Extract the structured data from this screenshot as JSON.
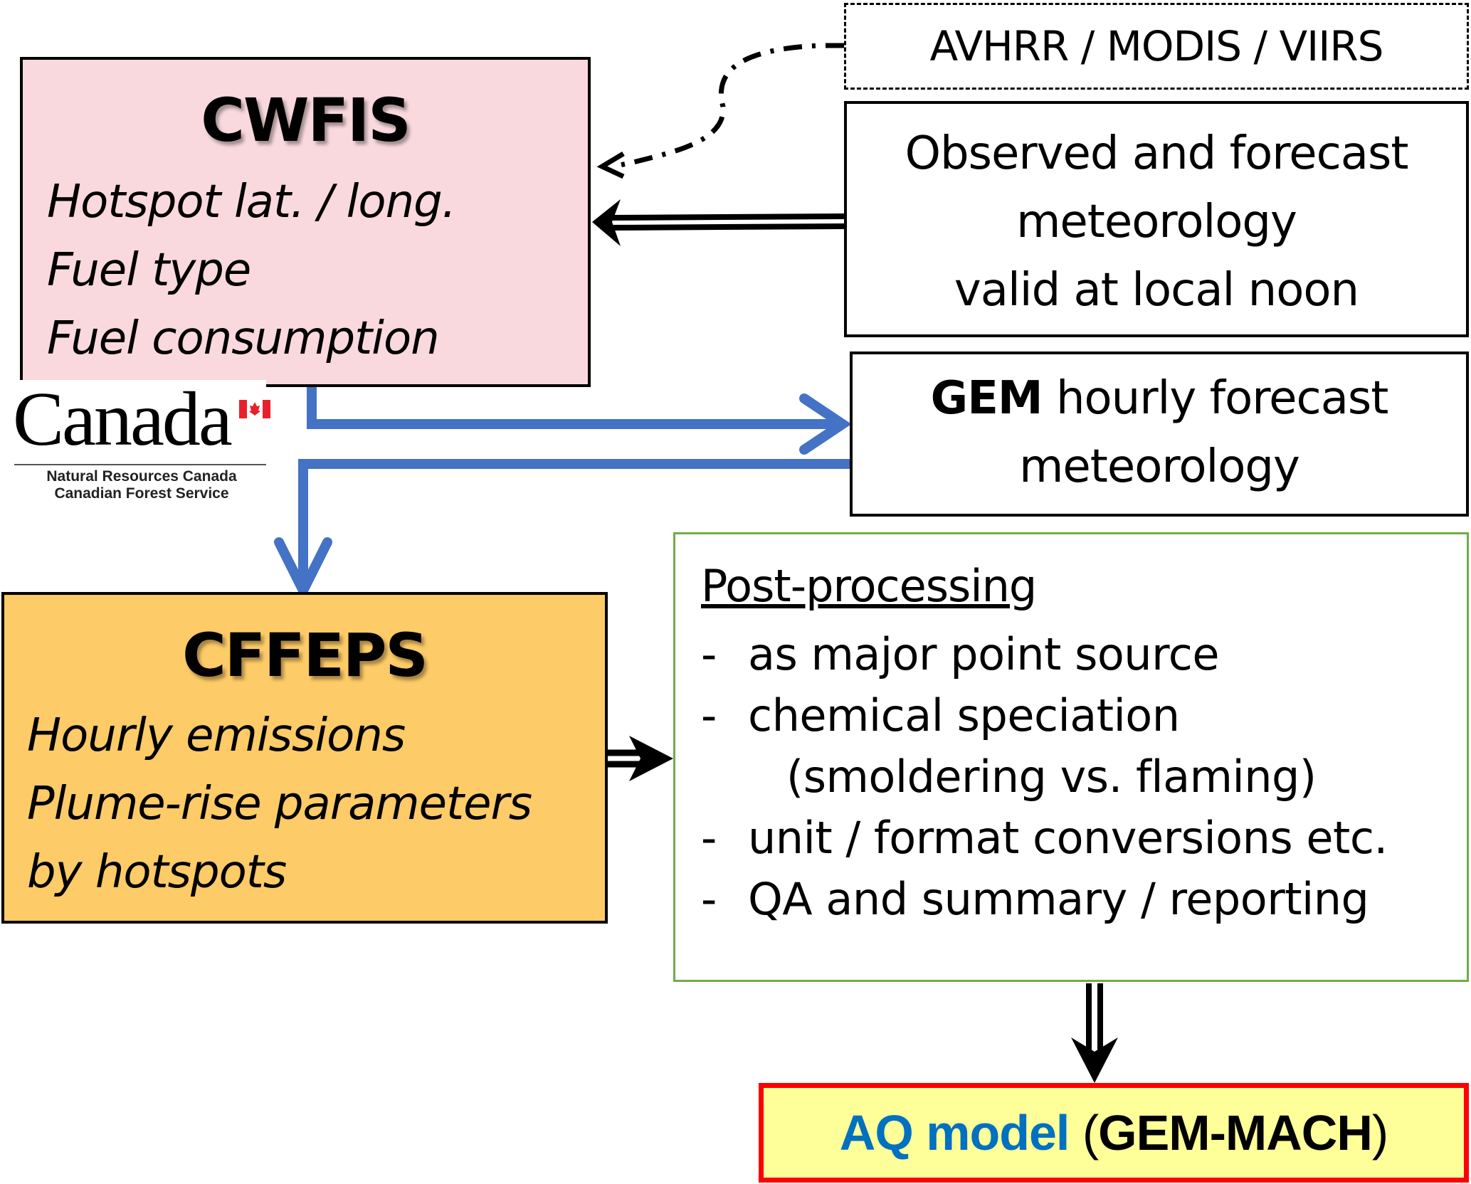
{
  "colors": {
    "cwfis_fill": "#f9d9de",
    "cffeps_fill": "#fdcb67",
    "post_border": "#70ad47",
    "aq_fill": "#ffff99",
    "aq_border": "#ff0000",
    "aq_blue_text": "#0070c0",
    "flow_arrow_blue": "#4472c4"
  },
  "cwfis": {
    "title": "CWFIS",
    "items": [
      "Hotspot lat. / long.",
      "Fuel type",
      "Fuel consumption"
    ]
  },
  "logo": {
    "wordmark": "Canada",
    "line1": "Natural Resources Canada",
    "line2": "Canadian Forest Service",
    "flag_icon": "canada-flag-icon"
  },
  "satellites": {
    "label": "AVHRR / MODIS / VIIRS"
  },
  "observed_met": {
    "lines": [
      "Observed and forecast",
      "meteorology",
      "valid at local noon"
    ]
  },
  "gem_met": {
    "bold": "GEM",
    "rest": " hourly forecast",
    "line2": "meteorology"
  },
  "cffeps": {
    "title": "CFFEPS",
    "items": [
      "Hourly emissions",
      "Plume-rise parameters",
      "by hotspots"
    ]
  },
  "post_processing": {
    "heading": "Post-processing",
    "dash": "-",
    "items": [
      "as major point source",
      "chemical speciation",
      "unit / format conversions etc.",
      "QA and summary / reporting"
    ],
    "continuation": "(smoldering vs. flaming)"
  },
  "aq_model": {
    "blue_text": "AQ model",
    "open_paren": " (",
    "bold_text": "GEM-MACH",
    "close_paren": ")"
  },
  "connections": [
    {
      "from": "satellites",
      "to": "cwfis",
      "style": "dash-dot curved"
    },
    {
      "from": "observed_met",
      "to": "cwfis",
      "style": "double-line"
    },
    {
      "from": "cwfis",
      "to": "gem_met",
      "style": "blue"
    },
    {
      "from": "gem_met",
      "to": "cffeps",
      "style": "blue"
    },
    {
      "from": "cffeps",
      "to": "post_processing",
      "style": "double-line"
    },
    {
      "from": "post_processing",
      "to": "aq_model",
      "style": "double-line"
    }
  ]
}
